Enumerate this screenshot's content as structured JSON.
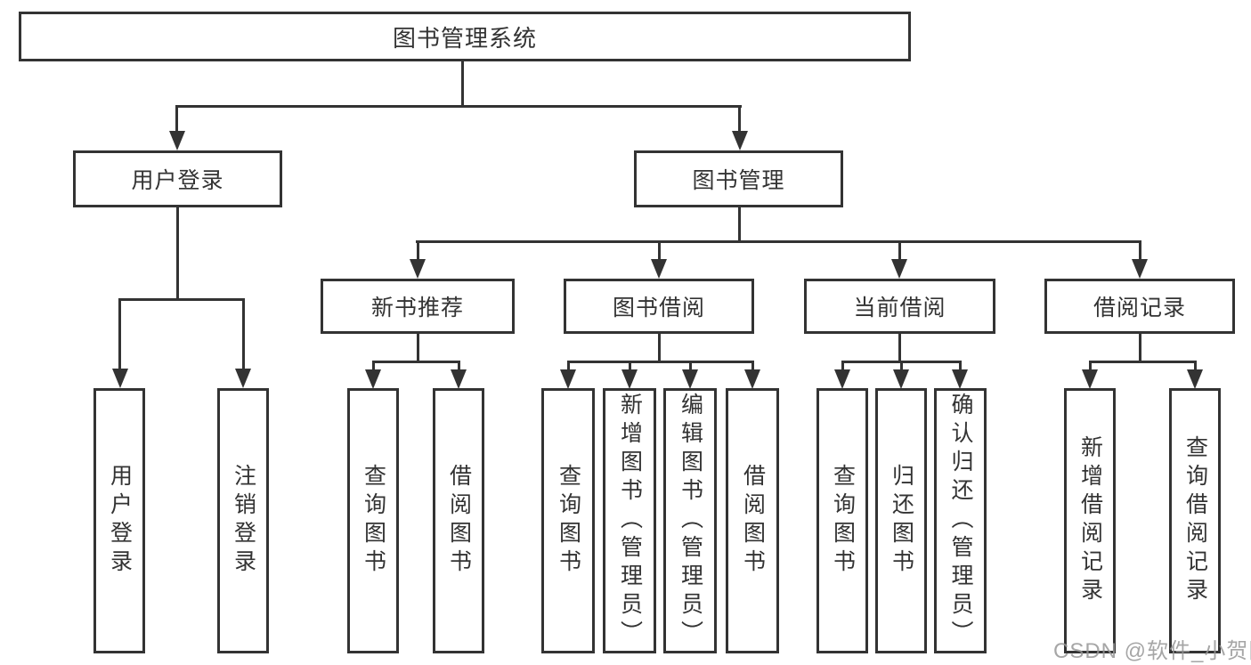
{
  "diagram": {
    "watermark": "CSDN @软件_小贺同学",
    "colors": {
      "line": "#333333",
      "box_border": "#333333",
      "text": "#333333",
      "background": "#ffffff",
      "watermark": "#969696"
    },
    "tree": {
      "label": "图书管理系统",
      "children": [
        {
          "label": "用户登录",
          "children": [
            {
              "label": "用户登录"
            },
            {
              "label": "注销登录"
            }
          ]
        },
        {
          "label": "图书管理",
          "children": [
            {
              "label": "新书推荐",
              "children": [
                {
                  "label": "查询图书"
                },
                {
                  "label": "借阅图书"
                }
              ]
            },
            {
              "label": "图书借阅",
              "children": [
                {
                  "label": "查询图书"
                },
                {
                  "label": "新增图书（管理员）"
                },
                {
                  "label": "编辑图书（管理员）"
                },
                {
                  "label": "借阅图书"
                }
              ]
            },
            {
              "label": "当前借阅",
              "children": [
                {
                  "label": "查询图书"
                },
                {
                  "label": "归还图书"
                },
                {
                  "label": "确认归还（管理员）"
                }
              ]
            },
            {
              "label": "借阅记录",
              "children": [
                {
                  "label": "新增借阅记录"
                },
                {
                  "label": "查询借阅记录"
                }
              ]
            }
          ]
        }
      ]
    }
  }
}
